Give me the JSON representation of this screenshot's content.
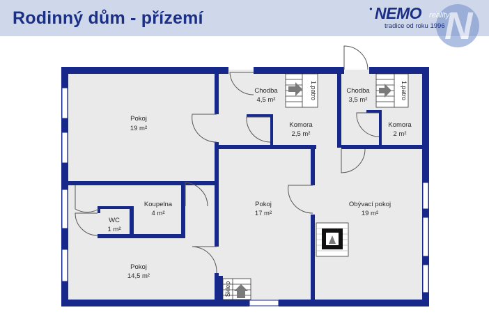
{
  "header": {
    "title": "Rodinný dům - přízemí",
    "logo_name": "NEMO",
    "logo_suffix": "reality",
    "logo_tagline": "tradice od roku 1996",
    "logo_mark": "N"
  },
  "colors": {
    "wall": "#16288a",
    "floor": "#eaeaea",
    "header_bg": "#cfd8ea",
    "accent": "#1b2f86"
  },
  "rooms": {
    "pokoj_19": {
      "name": "Pokoj",
      "area": "19 m²"
    },
    "chodba_45": {
      "name": "Chodba",
      "area": "4,5 m²"
    },
    "chodba_35": {
      "name": "Chodba",
      "area": "3,5 m²"
    },
    "komora_25": {
      "name": "Komora",
      "area": "2,5 m²"
    },
    "komora_2": {
      "name": "Komora",
      "area": "2 m²"
    },
    "koupelna": {
      "name": "Koupelna",
      "area": "4 m²"
    },
    "wc": {
      "name": "WC",
      "area": "1 m²"
    },
    "pokoj_17": {
      "name": "Pokoj",
      "area": "17 m²"
    },
    "obyvaci": {
      "name": "Obývací pokoj",
      "area": "19 m²"
    },
    "pokoj_145": {
      "name": "Pokoj",
      "area": "14,5 m²"
    }
  },
  "stairs": {
    "up_left": "1.patro",
    "up_right": "1.patro",
    "cellar": "Sklep"
  },
  "icons": [
    "fireplace-icon",
    "stairs-arrow-icon",
    "door-swing-icon"
  ]
}
